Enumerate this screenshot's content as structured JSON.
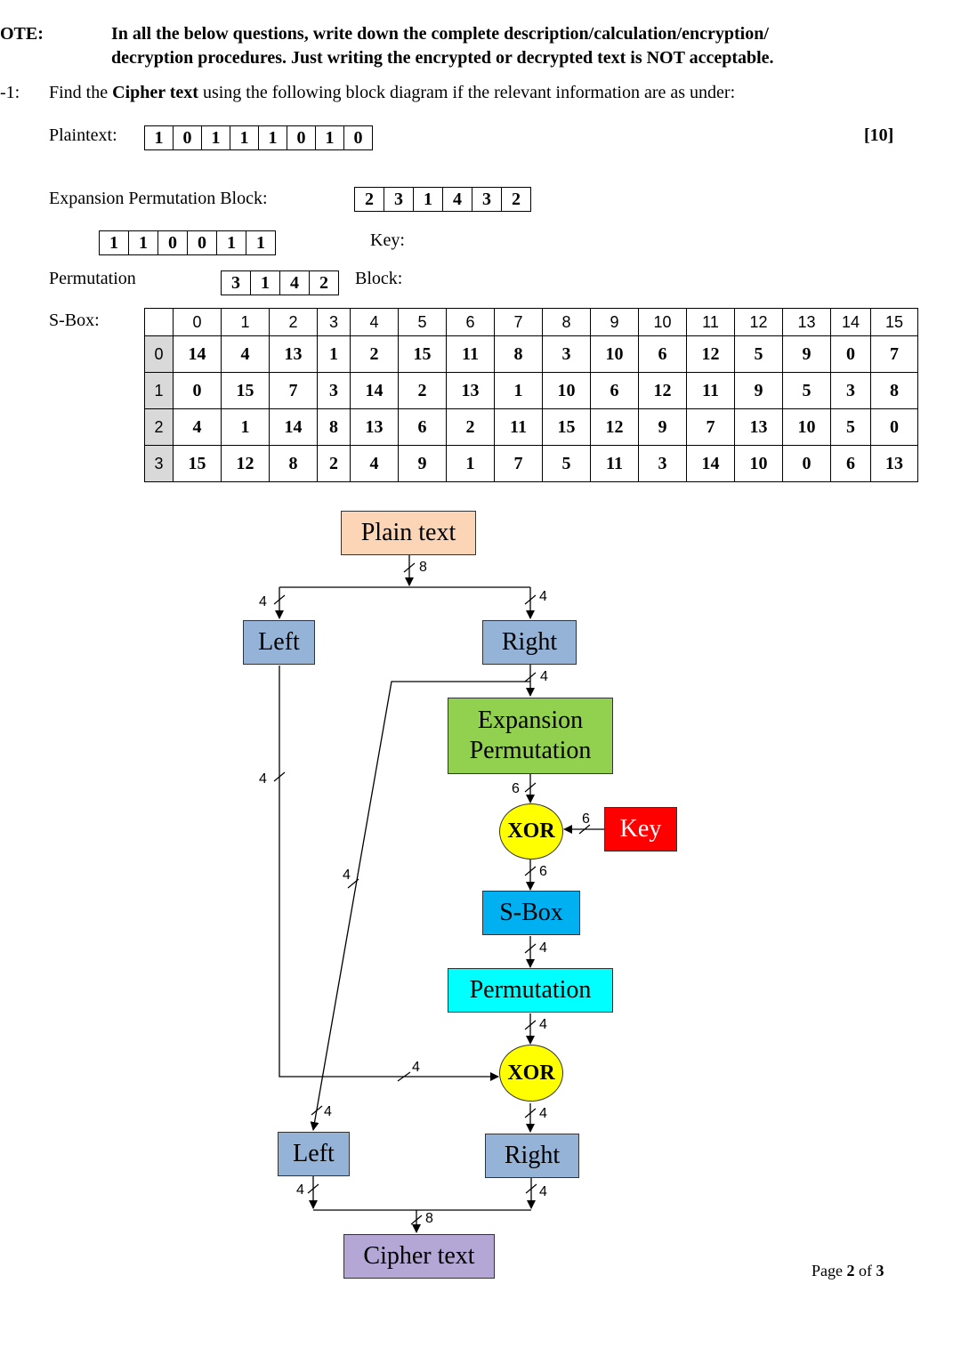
{
  "note": {
    "label": "OTE:",
    "line1": "In all the below questions, write down the complete description/calculation/encryption/",
    "line2": "decryption procedures. Just writing the encrypted or decrypted text is NOT acceptable."
  },
  "question": {
    "number": "-1:",
    "text_before": "Find the ",
    "text_bold": "Cipher text",
    "text_after": " using the following block diagram if the relevant information are as under:",
    "marks": "[10]"
  },
  "plaintext": {
    "label": "Plaintext:",
    "bits": [
      "1",
      "0",
      "1",
      "1",
      "1",
      "0",
      "1",
      "0"
    ]
  },
  "expansion": {
    "label": "Expansion Permutation Block:",
    "values": [
      "2",
      "3",
      "1",
      "4",
      "3",
      "2"
    ]
  },
  "key": {
    "label": "Key:",
    "bits": [
      "1",
      "1",
      "0",
      "0",
      "1",
      "1"
    ]
  },
  "permutation": {
    "label": "Permutation",
    "label2": "Block:",
    "values": [
      "3",
      "1",
      "4",
      "2"
    ]
  },
  "sbox": {
    "label": "S-Box:",
    "columns": [
      "0",
      "1",
      "2",
      "3",
      "4",
      "5",
      "6",
      "7",
      "8",
      "9",
      "10",
      "11",
      "12",
      "13",
      "14",
      "15"
    ],
    "rows": [
      {
        "index": "0",
        "values": [
          "14",
          "4",
          "13",
          "1",
          "2",
          "15",
          "11",
          "8",
          "3",
          "10",
          "6",
          "12",
          "5",
          "9",
          "0",
          "7"
        ]
      },
      {
        "index": "1",
        "values": [
          "0",
          "15",
          "7",
          "3",
          "14",
          "2",
          "13",
          "1",
          "10",
          "6",
          "12",
          "11",
          "9",
          "5",
          "3",
          "8"
        ]
      },
      {
        "index": "2",
        "values": [
          "4",
          "1",
          "14",
          "8",
          "13",
          "6",
          "2",
          "11",
          "15",
          "12",
          "9",
          "7",
          "13",
          "10",
          "5",
          "0"
        ]
      },
      {
        "index": "3",
        "values": [
          "15",
          "12",
          "8",
          "2",
          "4",
          "9",
          "1",
          "7",
          "5",
          "11",
          "3",
          "14",
          "10",
          "0",
          "6",
          "13"
        ]
      }
    ]
  },
  "diagram": {
    "plain_text": "Plain text",
    "left_top": "Left",
    "right_top": "Right",
    "expansion_line1": "Expansion",
    "expansion_line2": "Permutation",
    "xor_top": "XOR",
    "key": "Key",
    "sbox": "S-Box",
    "permutation": "Permutation",
    "xor_bottom": "XOR",
    "left_bottom": "Left",
    "right_bottom": "Right",
    "cipher_text": "Cipher text",
    "bus_labels": {
      "plain_out": "8",
      "left_in": "4",
      "right_in": "4",
      "right_out": "4",
      "left_down": "4",
      "cross": "4",
      "exp_out": "6",
      "key_in": "6",
      "xor_out": "6",
      "sbox_out": "4",
      "perm_out": "4",
      "left_to_xor": "4",
      "left_bottom_in": "4",
      "xor_bottom_out": "4",
      "left_bottom_out": "4",
      "right_bottom_out": "4",
      "cipher_in": "8"
    },
    "colors": {
      "plain_text": "#fbd5b5",
      "left_right": "#95b3d7",
      "expansion": "#92d050",
      "xor": "#ffff00",
      "key": "#ff0000",
      "sbox": "#00b0f0",
      "permutation": "#00ffff",
      "cipher_text": "#b4a7d6"
    }
  },
  "footer": {
    "page_prefix": "Page ",
    "page_num": "2",
    "page_mid": " of ",
    "page_total": "3"
  }
}
